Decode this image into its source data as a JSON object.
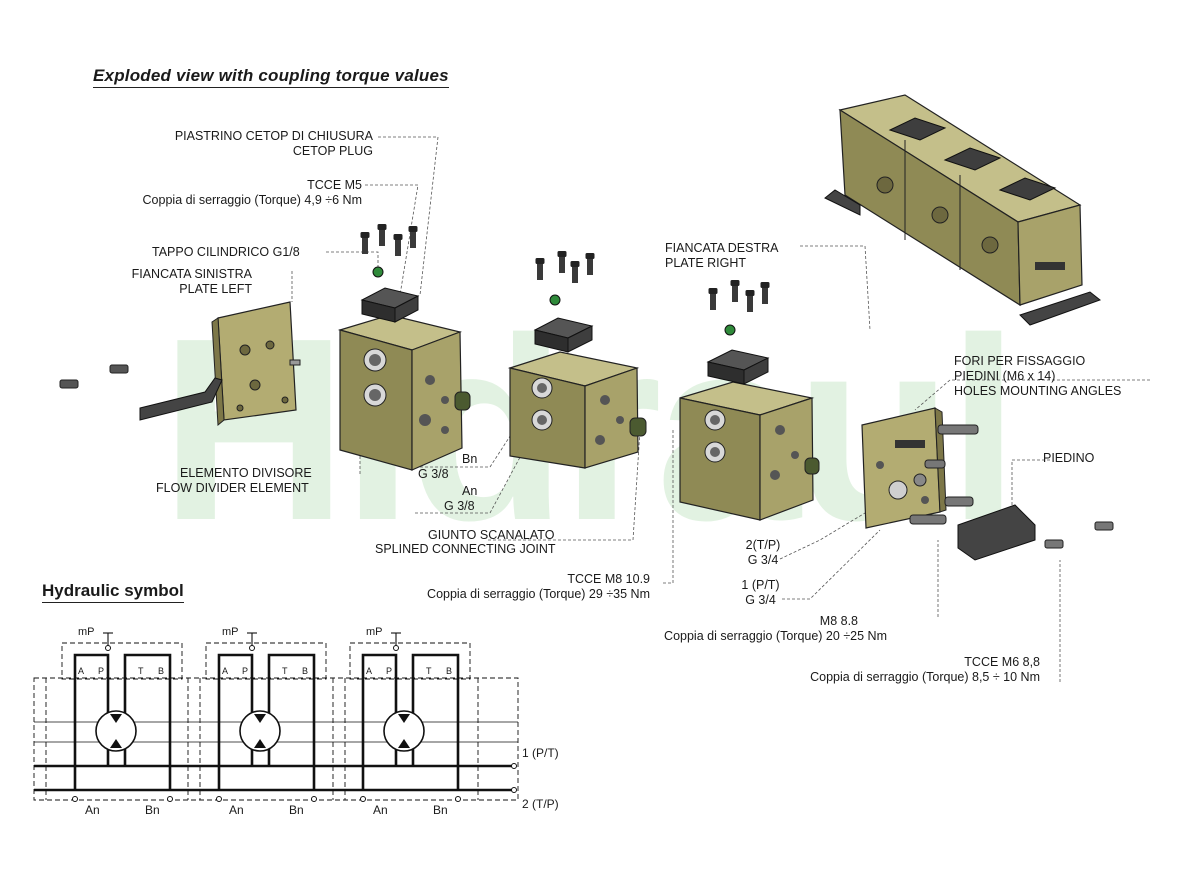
{
  "headings": {
    "exploded": "Exploded view with coupling torque values",
    "hydraulic": "Hydraulic symbol"
  },
  "watermark": "Hidraul",
  "labels": {
    "cetop_plug_it": "PIASTRINO CETOP DI CHIUSURA",
    "cetop_plug_en": "CETOP PLUG",
    "tcce_m5": "TCCE M5",
    "torque_m5": "Coppia di serraggio (Torque) 4,9 ÷6 Nm",
    "tappo": "TAPPO CILINDRICO G1/8",
    "fiancata_sinistra": "FIANCATA SINISTRA",
    "plate_left": "PLATE LEFT",
    "elemento_divisore": "ELEMENTO DIVISORE",
    "flow_divider": "FLOW DIVIDER ELEMENT",
    "bn": "Bn",
    "bn_g": "G 3/8",
    "an": "An",
    "an_g": "G 3/8",
    "giunto": "GIUNTO  SCANALATO",
    "splined": "SPLINED CONNECTING JOINT",
    "tcce_m8": "TCCE M8  10.9",
    "torque_m8": "Coppia di serraggio (Torque) 29 ÷35 Nm",
    "fiancata_destra": "FIANCATA DESTRA",
    "plate_right": "PLATE RIGHT",
    "fori_1": "FORI PER FISSAGGIO",
    "fori_2": "PIEDINI (M6 x 14)",
    "fori_3": "HOLES MOUNTING ANGLES",
    "piedino": "PIEDINO",
    "port2": "2(T/P)",
    "port2_g": "G 3/4",
    "port1": "1 (P/T)",
    "port1_g": "G 3/4",
    "m8_88": "M8   8.8",
    "torque_88": "Coppia di serraggio (Torque) 20 ÷25 Nm",
    "tcce_m6": "TCCE M6 8,8",
    "torque_m6": "Coppia di serraggio (Torque) 8,5 ÷ 10 Nm"
  },
  "symbol": {
    "mp": "mP",
    "a": "A",
    "p": "P",
    "t": "T",
    "b": "B",
    "an": "An",
    "bn": "Bn",
    "line1": "1 (P/T)",
    "line2": "2 (T/P)"
  },
  "colors": {
    "block_front": "#8f8a55",
    "block_top": "#c4bf8a",
    "block_side": "#a8a26a",
    "plate": "#b3ac72",
    "cap": "#303030",
    "plug": "#2f8a3a"
  }
}
